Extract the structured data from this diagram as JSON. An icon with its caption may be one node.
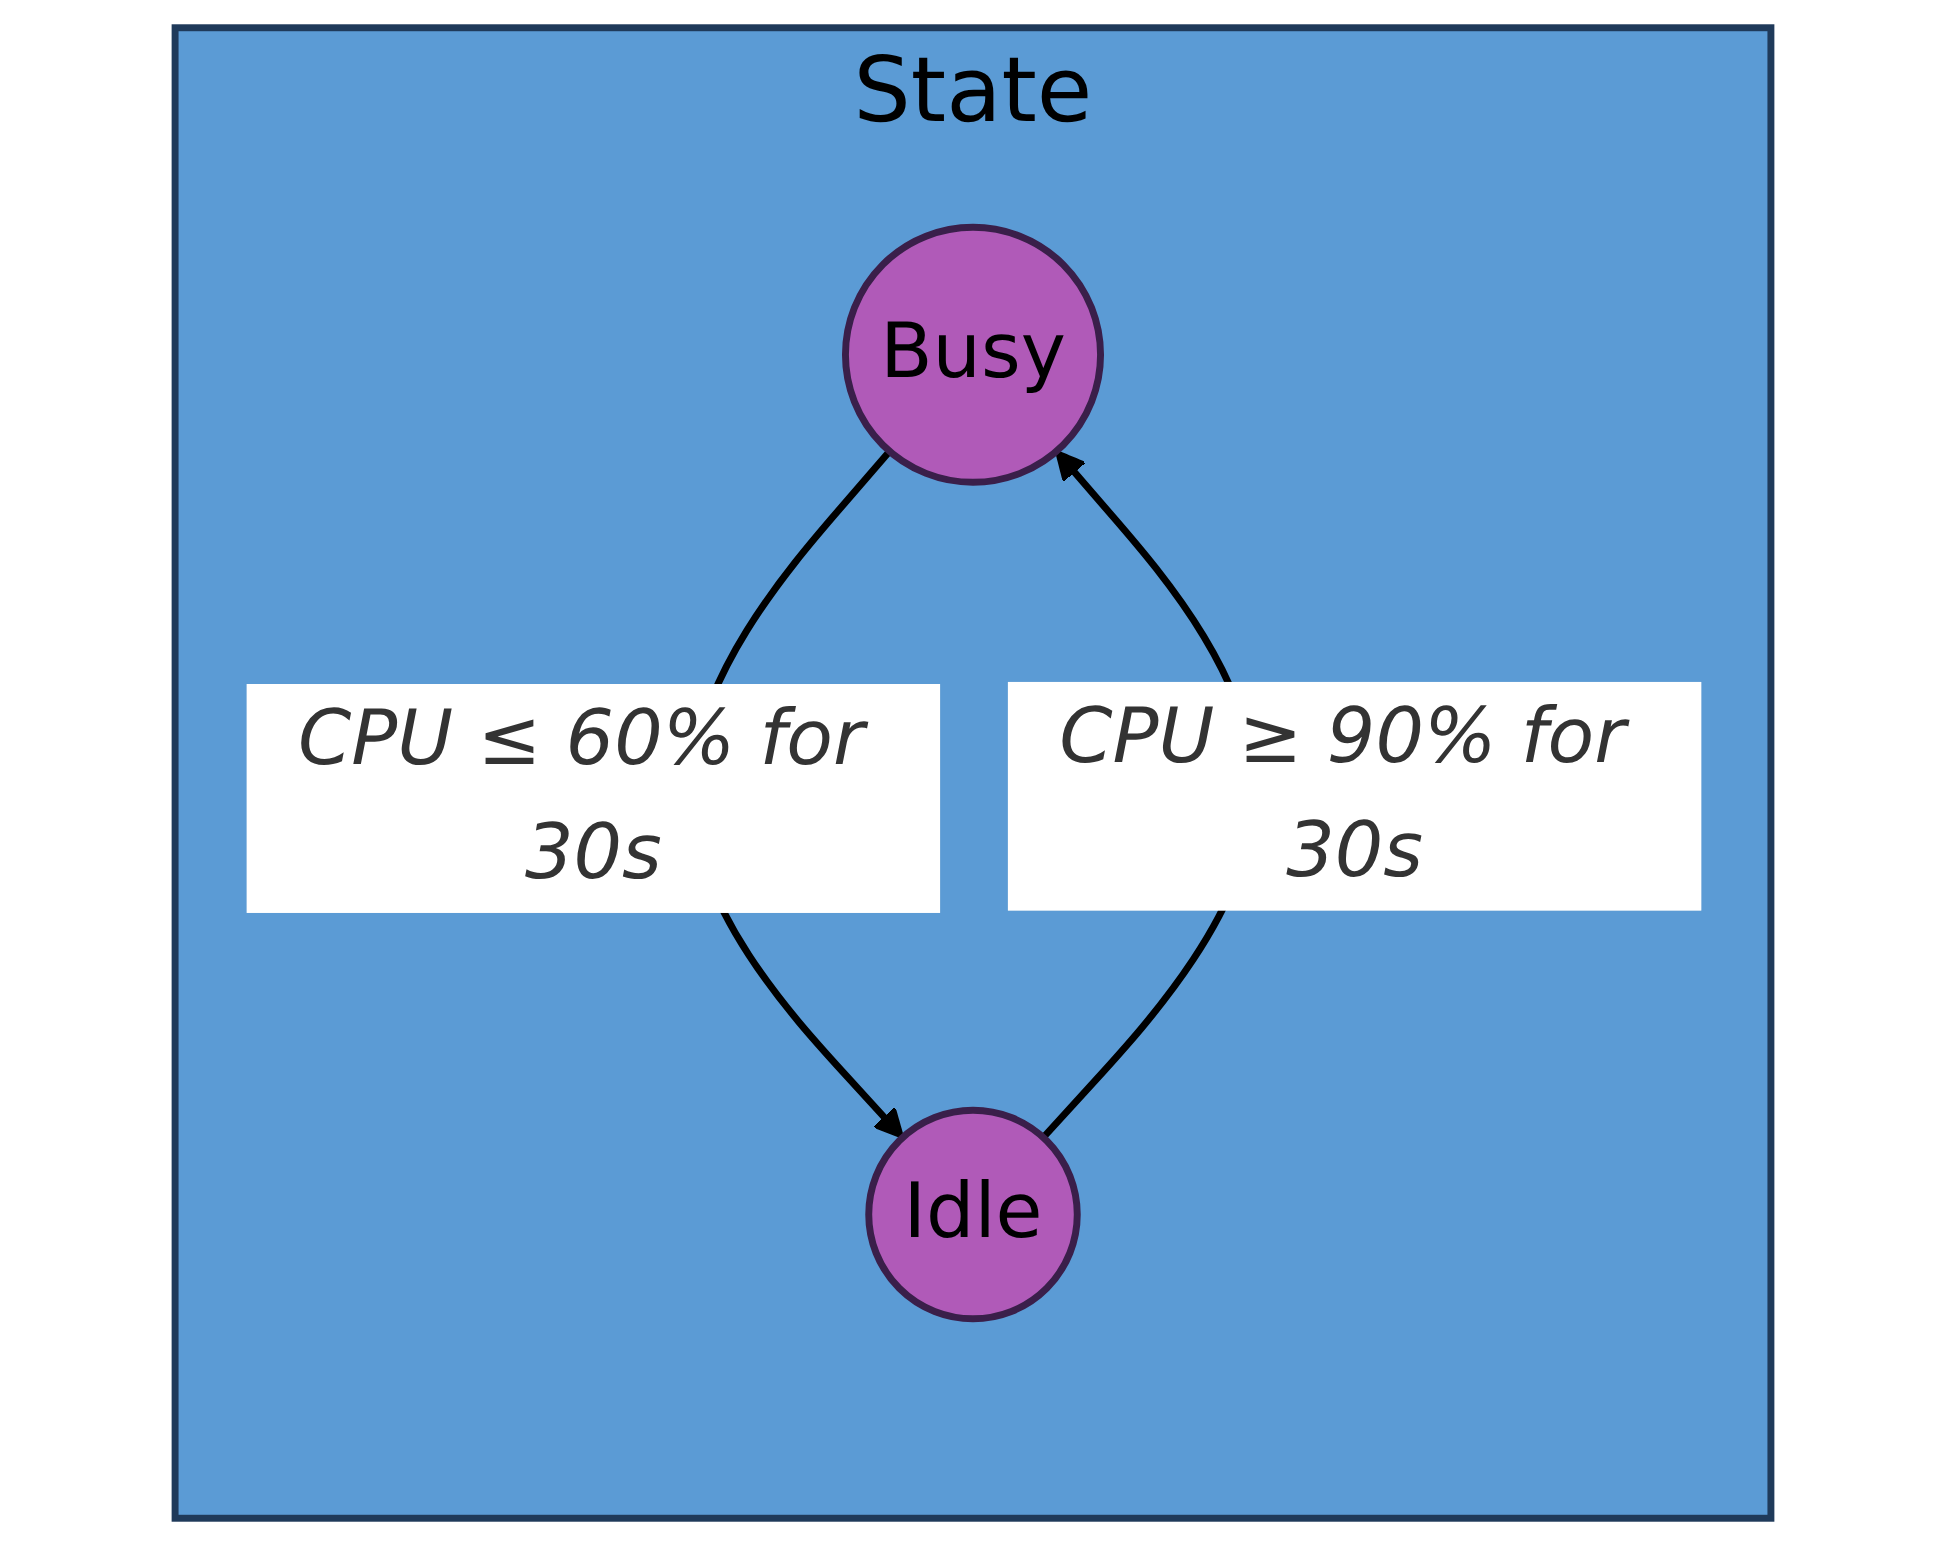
{
  "diagram": {
    "nodes": [
      {
        "text": [
          "State"
        ]
      },
      {
        "text": [
          "Busy"
        ],
        "in": 0
      },
      {
        "text": [
          "Idle"
        ],
        "in": 0
      }
    ],
    "edges": [
      {
        "from": 2,
        "to": 1,
        "arrow": "to",
        "label": "CPU ≥ 90% for 30s"
      },
      {
        "from": 1,
        "to": 2,
        "arrow": "to",
        "label": "CPU ≤ 60% for 30s"
      }
    ]
  }
}
